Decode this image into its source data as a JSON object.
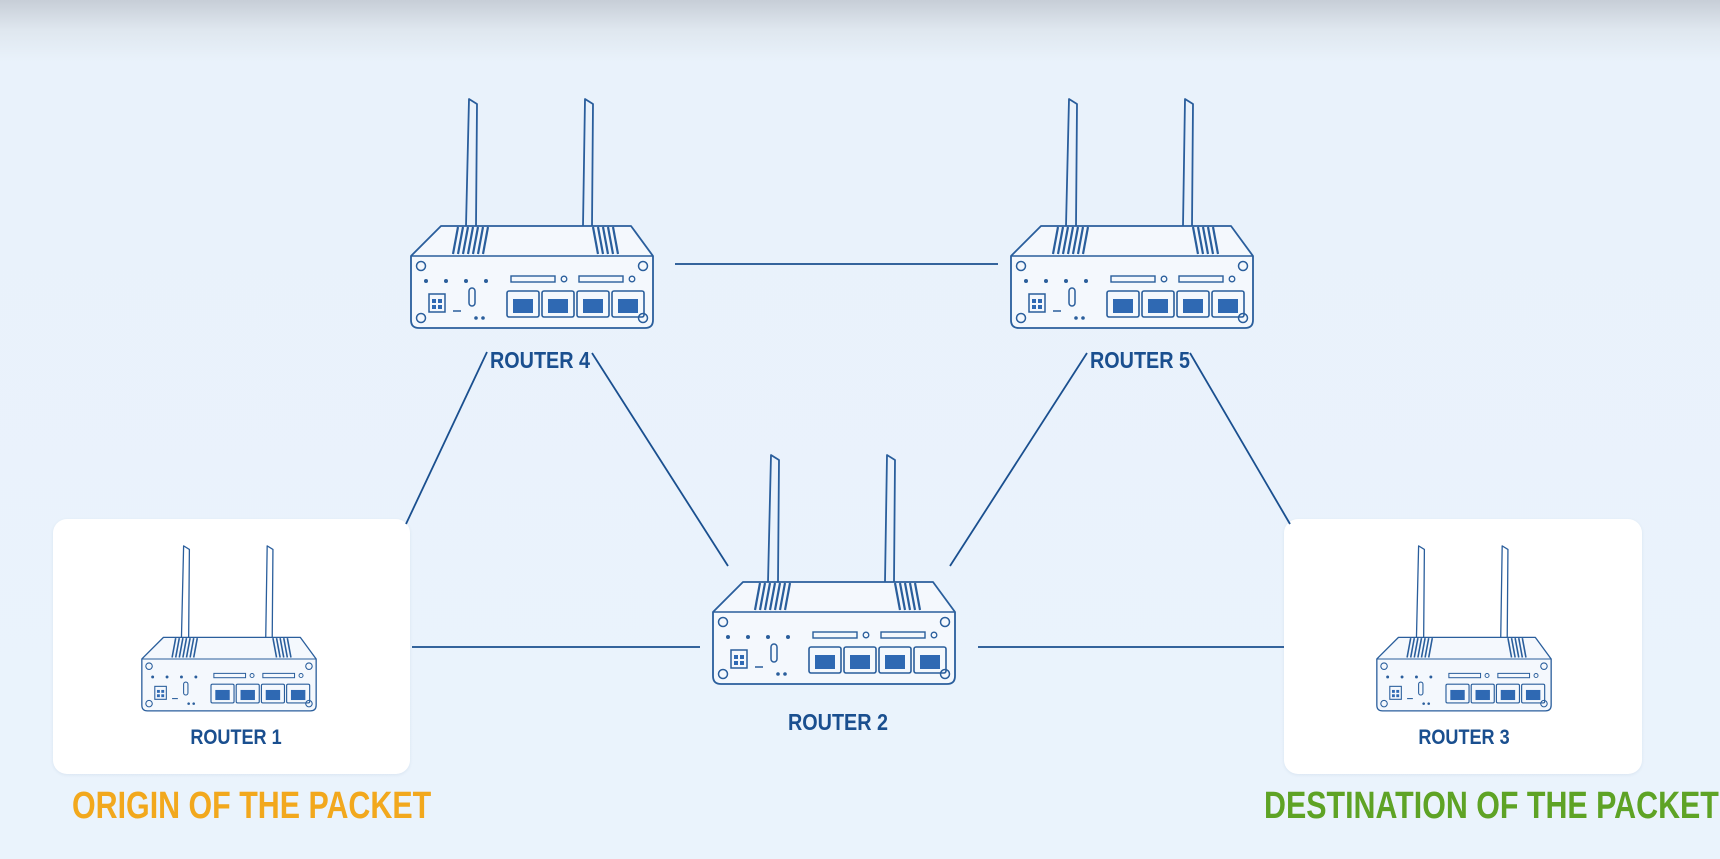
{
  "routers": [
    {
      "id": "router-1",
      "label": "ROUTER 1"
    },
    {
      "id": "router-2",
      "label": "ROUTER 2"
    },
    {
      "id": "router-3",
      "label": "ROUTER 3"
    },
    {
      "id": "router-4",
      "label": "ROUTER 4"
    },
    {
      "id": "router-5",
      "label": "ROUTER 5"
    }
  ],
  "connections": [
    [
      "router-1",
      "router-4"
    ],
    [
      "router-1",
      "router-2"
    ],
    [
      "router-4",
      "router-5"
    ],
    [
      "router-4",
      "router-2"
    ],
    [
      "router-5",
      "router-2"
    ],
    [
      "router-5",
      "router-3"
    ],
    [
      "router-2",
      "router-3"
    ]
  ],
  "captions": {
    "origin": "ORIGIN OF THE PACKET",
    "destination": "DESTINATION OF THE PACKET"
  },
  "colors": {
    "background": "#eaf3fc",
    "line": "#1a4f8f",
    "label": "#1a4f8f",
    "device_outline": "#2a5e9c",
    "port_fill": "#2f69b3",
    "origin": "#f2a81d",
    "destination": "#5ea325"
  }
}
